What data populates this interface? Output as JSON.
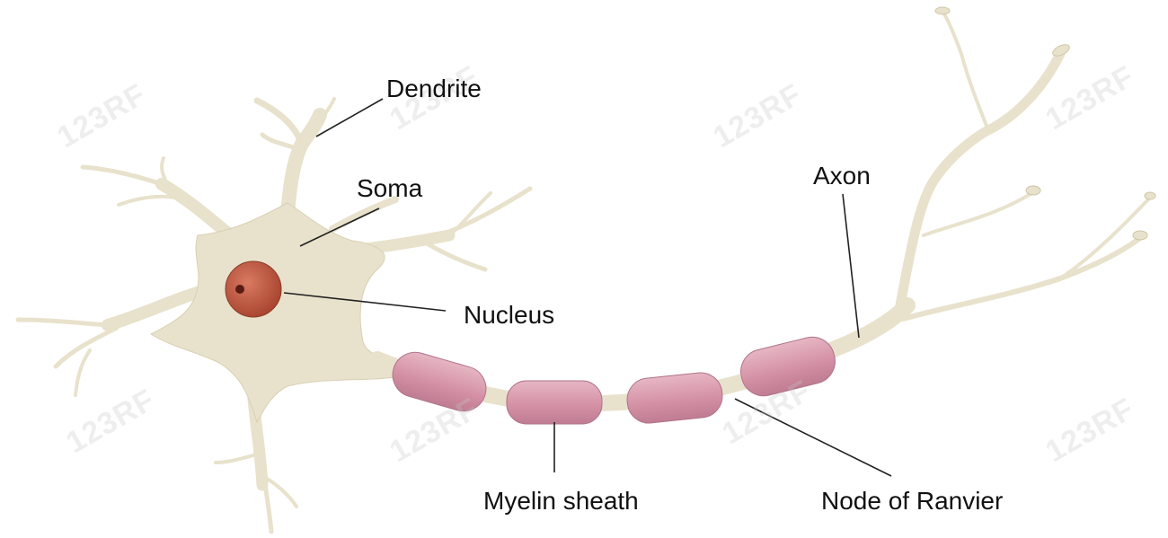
{
  "labels": {
    "dendrite": "Dendrite",
    "soma": "Soma",
    "nucleus": "Nucleus",
    "axon": "Axon",
    "myelin_sheath": "Myelin sheath",
    "node_of_ranvier": "Node of Ranvier"
  },
  "watermark": "123RF",
  "colors": {
    "cell_body": "#e8e2cc",
    "cell_outline": "#d3cbb0",
    "nucleus": "#c65f4a",
    "nucleolus": "#5a1b12",
    "myelin": "#d89aab",
    "myelin_edge": "#b87a8e",
    "leader_line": "#222222"
  }
}
